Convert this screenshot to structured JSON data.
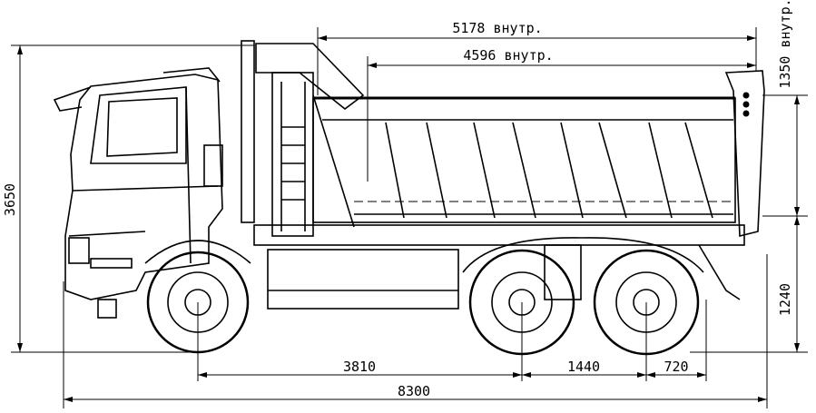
{
  "drawing": {
    "subject": "dump-truck-6x4-side-view",
    "dimensions": {
      "body_length_inner": "5178 внутр.",
      "body_length_inner_top": "4596 внутр.",
      "body_height_inner": "1350 внутр.",
      "overall_height": "3650",
      "loading_height": "1240",
      "wheelbase_front": "3810",
      "wheelbase_rear": "1440",
      "rear_overhang": "720",
      "overall_length": "8300"
    }
  }
}
